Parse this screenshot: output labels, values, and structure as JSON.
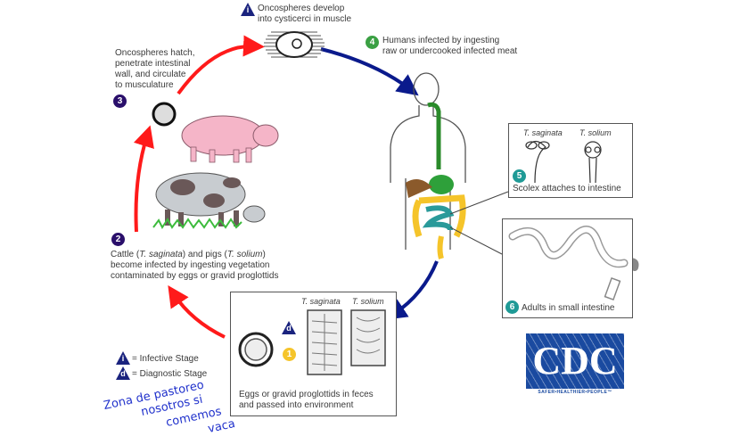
{
  "diagram": {
    "title": "Taenia life cycle",
    "colors": {
      "red_arrow": "#ff1a1a",
      "blue_arrow": "#0a1a8c",
      "stage_purple": "#2a0f6b",
      "stage_green": "#3aa043",
      "stage_teal": "#1f9a96",
      "stage_yellow": "#f5c42a",
      "infective_blue": "#1a237e",
      "cdc_blue": "#1a4aa0"
    },
    "stages": [
      {
        "number": "1",
        "text_lines": [
          "Eggs or gravid proglottids in feces",
          "and passed into environment"
        ],
        "labels": [
          "T. saginata",
          "T. solium"
        ],
        "markers": [
          "d"
        ]
      },
      {
        "number": "2",
        "text_html_parts": [
          "Cattle (",
          "T. saginata",
          ") and pigs (",
          "T. solium",
          ")"
        ],
        "text_lines": [
          "become infected by ingesting vegetation",
          "contaminated by eggs or gravid proglottids"
        ]
      },
      {
        "number": "3",
        "text_lines": [
          "Oncospheres hatch,",
          "penetrate intestinal",
          "wall, and circulate",
          "to musculature"
        ]
      },
      {
        "number": "i",
        "text_lines": [
          "Oncospheres develop",
          "into cysticerci in muscle"
        ]
      },
      {
        "number": "4",
        "text_lines": [
          "Humans infected by ingesting",
          "raw or undercooked infected meat"
        ]
      },
      {
        "number": "5",
        "text": "Scolex attaches to intestine",
        "labels": [
          "T. saginata",
          "T. solium"
        ]
      },
      {
        "number": "6",
        "text": "Adults in small intestine"
      }
    ],
    "legend": {
      "infective": {
        "symbol": "i",
        "label": "= Infective Stage"
      },
      "diagnostic": {
        "symbol": "d",
        "label": "= Diagnostic Stage"
      }
    },
    "logo": {
      "text": "CDC",
      "tagline": "SAFER•HEALTHIER•PEOPLE™"
    },
    "handwriting": [
      "Zona de pastoreo",
      "nosotros si",
      "comemos",
      "vaca"
    ]
  }
}
